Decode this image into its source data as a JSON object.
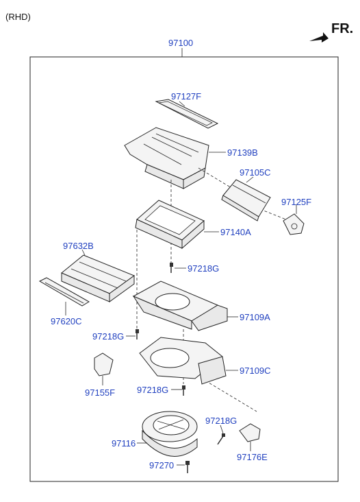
{
  "header": {
    "variant_label": "(RHD)",
    "direction_label": "FR."
  },
  "assembly": {
    "part_number": "97100"
  },
  "parts": {
    "p97127F": "97127F",
    "p97139B": "97139B",
    "p97105C": "97105C",
    "p97125F": "97125F",
    "p97140A": "97140A",
    "p97632B": "97632B",
    "p97218G_a": "97218G",
    "p97620C": "97620C",
    "p97109A": "97109A",
    "p97218G_b": "97218G",
    "p97109C": "97109C",
    "p97155F": "97155F",
    "p97218G_c": "97218G",
    "p97218G_d": "97218G",
    "p97116": "97116",
    "p97176E": "97176E",
    "p97270": "97270"
  },
  "icons": {
    "direction_arrow": "arrow-icon"
  }
}
